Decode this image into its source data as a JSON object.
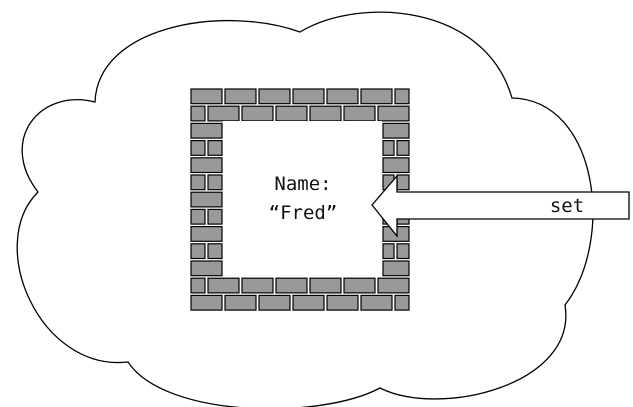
{
  "object": {
    "field_label": "Name:",
    "field_value": "“Fred”"
  },
  "message": {
    "label": "set"
  },
  "colors": {
    "brick": "#999999",
    "outline": "#000000",
    "background": "#ffffff"
  }
}
